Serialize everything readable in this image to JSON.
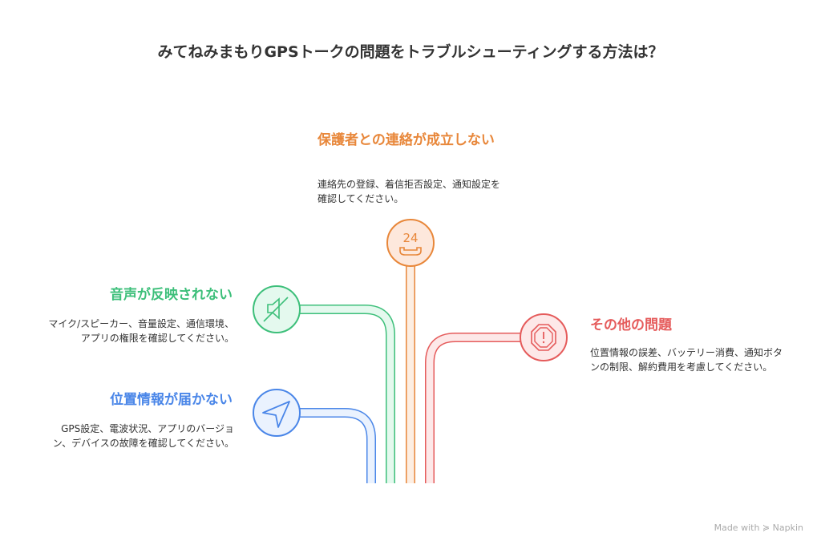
{
  "title": "みてねみまもりGPSトークの問題をトラブルシューティングする方法は？",
  "colors": {
    "orange": "#e8873a",
    "green": "#3dbf7a",
    "red": "#e55b5b",
    "blue": "#4a86e8"
  },
  "items": [
    {
      "heading": "保護者との連絡が成立しない",
      "description": "連絡先の登録、着信拒否設定、通知設定を確認してください。",
      "icon": "phone-24-icon"
    },
    {
      "heading": "音声が反映されない",
      "description": "マイク/スピーカー、音量設定、通信環境、アプリの権限を確認してください。",
      "icon": "speaker-muted-icon"
    },
    {
      "heading": "その他の問題",
      "description": "位置情報の誤差、バッテリー消費、通知ボタンの制限、解約費用を考慮してください。",
      "icon": "warning-octagon-icon"
    },
    {
      "heading": "位置情報が届かない",
      "description": "GPS設定、電波状況、アプリのバージョン、デバイスの故障を確認してください。",
      "icon": "navigation-arrow-icon"
    }
  ],
  "footer": {
    "label": "Made with",
    "brand": "Napkin"
  }
}
